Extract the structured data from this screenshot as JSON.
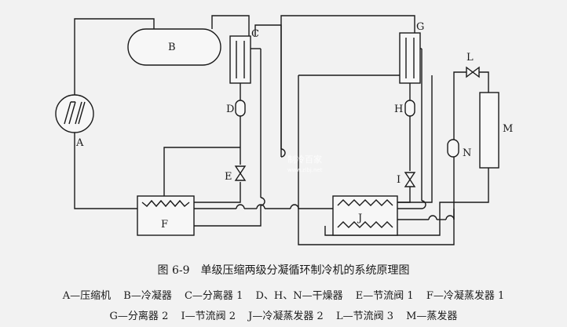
{
  "diagram": {
    "labels": {
      "A": "A",
      "B": "B",
      "C": "C",
      "D": "D",
      "E": "E",
      "F": "F",
      "G": "G",
      "H": "H",
      "I": "I",
      "J": "J",
      "L": "L",
      "M": "M",
      "N": "N"
    },
    "watermark": {
      "text": "制冷百家",
      "url": "www.zlbj.net"
    }
  },
  "caption": "图 6-9　单级压缩两级分凝循环制冷机的系统原理图",
  "legend": {
    "row1": [
      "A—压缩机",
      "B—冷凝器",
      "C—分离器 1",
      "D、H、N—干燥器",
      "E—节流阀 1",
      "F—冷凝蒸发器 1"
    ],
    "row2": [
      "G—分离器 2",
      "I—节流阀 2",
      "J—冷凝蒸发器 2",
      "L—节流阀 3",
      "M—蒸发器"
    ]
  }
}
